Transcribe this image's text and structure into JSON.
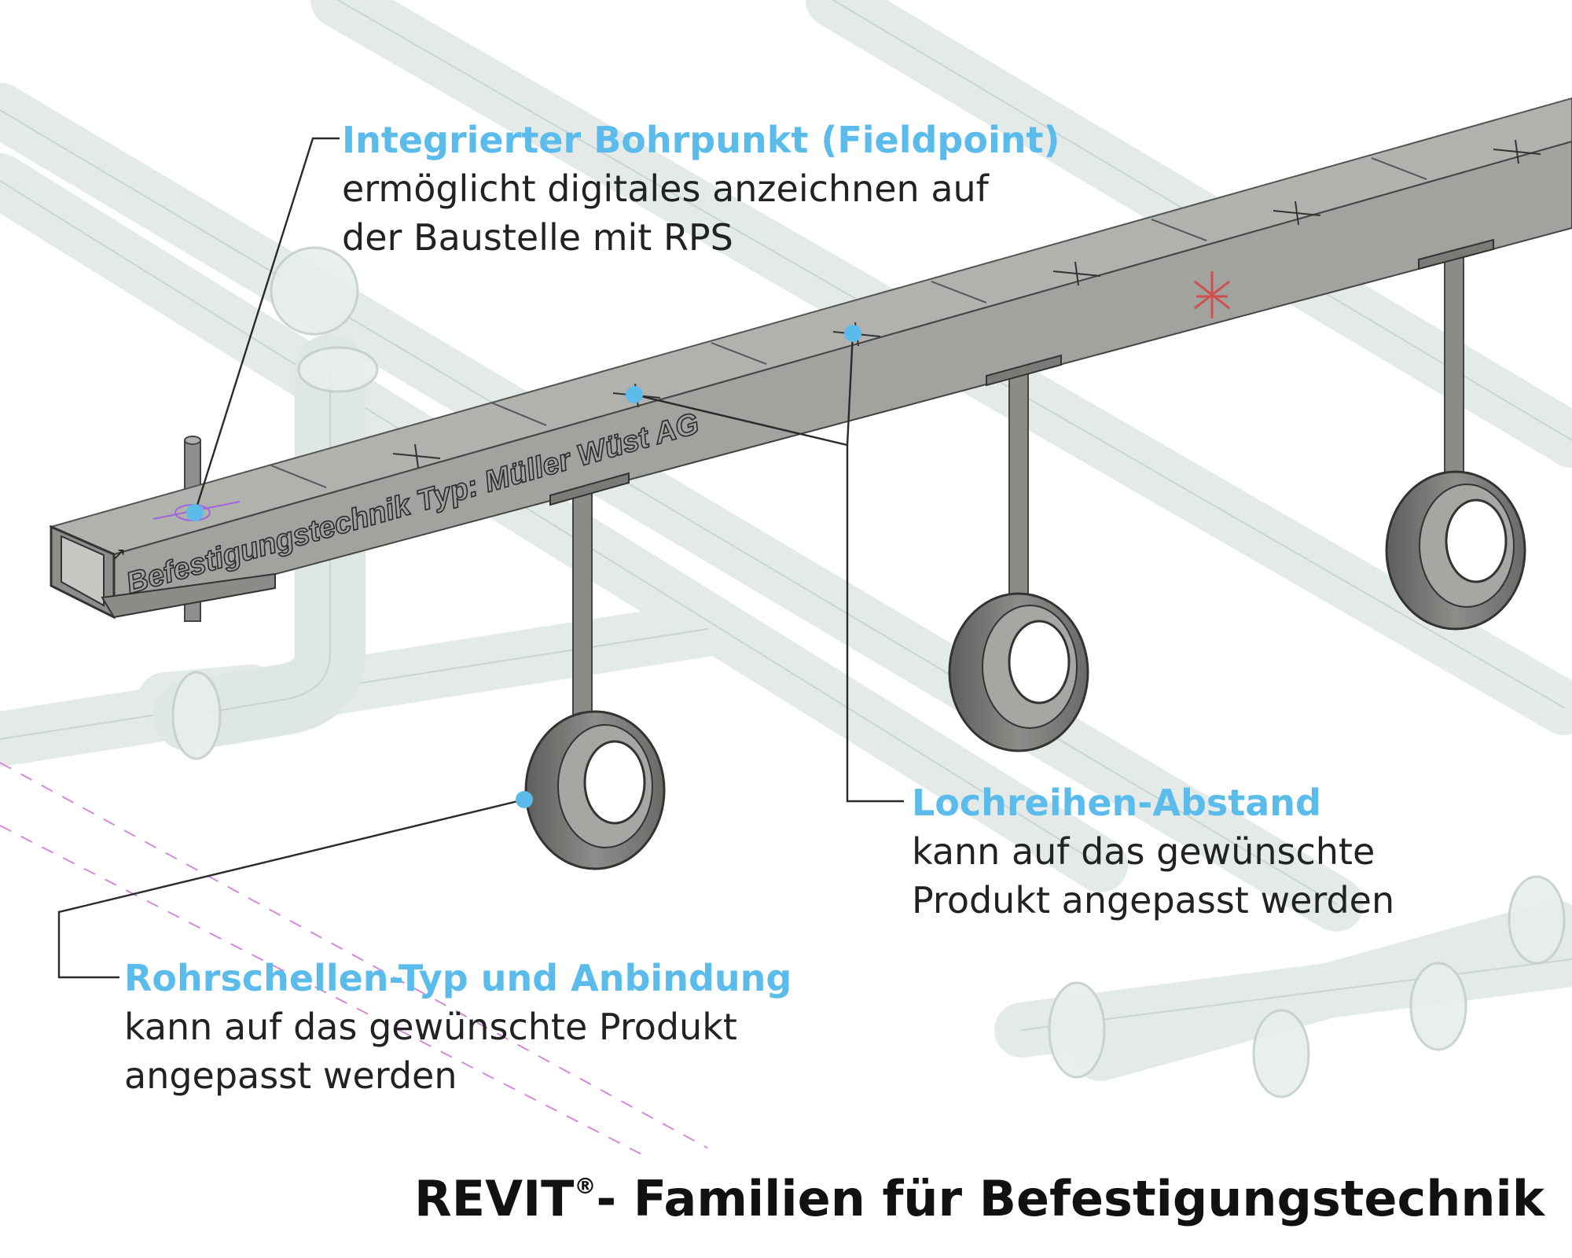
{
  "beam": {
    "label": "Befestigungstechnik Typ: Müller Wüst AG"
  },
  "callouts": {
    "bohrpunkt": {
      "title": "Integrierter Bohrpunkt (Fieldpoint)",
      "line1": "ermöglicht digitales anzeichnen auf",
      "line2": "der Baustelle mit RPS"
    },
    "lochreihe": {
      "title": "Lochreihen-Abstand",
      "line1": "kann auf das gewünschte",
      "line2": "Produkt angepasst werden"
    },
    "rohrschelle": {
      "title": "Rohrschellen-Typ und Anbindung",
      "line1": "kann auf das gewünschte Produkt",
      "line2": "angepasst werden"
    }
  },
  "footer": {
    "title_main": "REVIT",
    "title_reg": "®",
    "title_rest": "- Familien für Befestigungstechnik"
  },
  "colors": {
    "accent": "#5bbcec",
    "steel": "#a9a9a6",
    "steel_dark": "#6f6f6c",
    "pipe_ghost": "#d8e2e0",
    "text": "#222222",
    "marker_red": "#d0504f"
  }
}
